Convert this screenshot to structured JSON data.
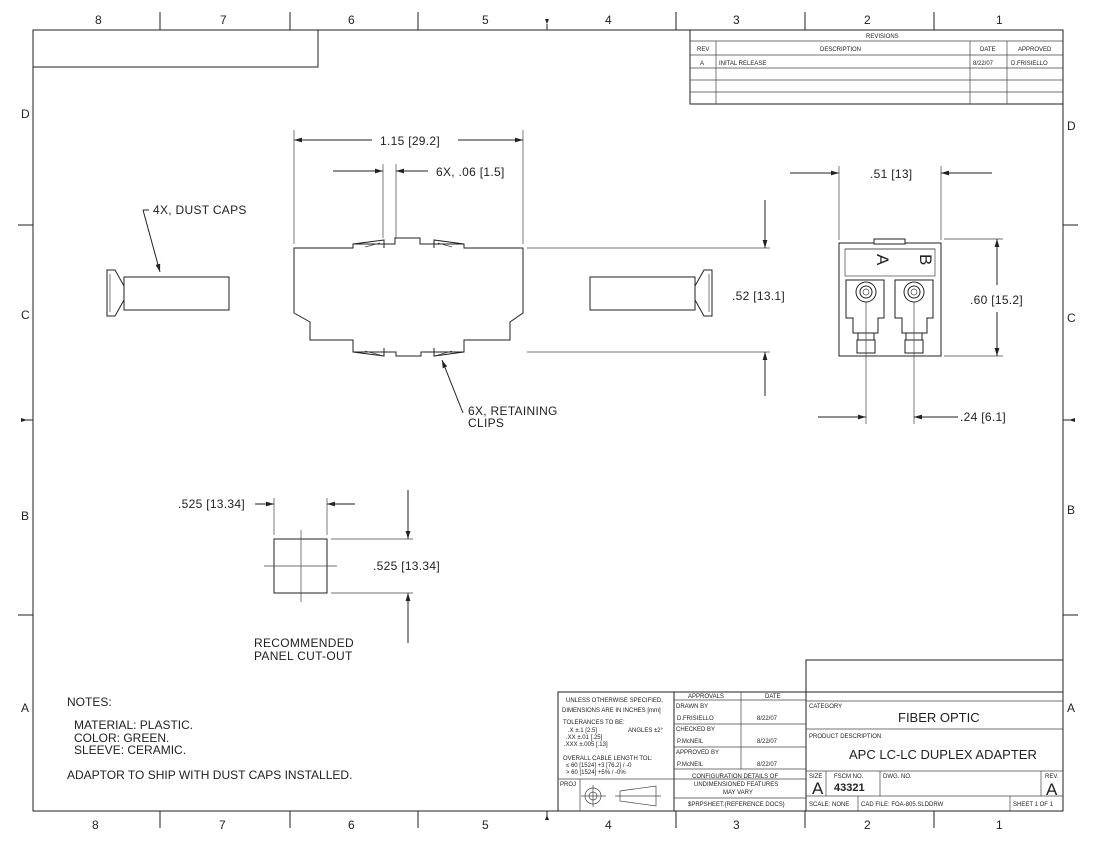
{
  "zones": {
    "columns": [
      "8",
      "7",
      "6",
      "5",
      "4",
      "3",
      "2",
      "1"
    ],
    "rows": [
      "D",
      "C",
      "B",
      "A"
    ]
  },
  "revisions": {
    "title": "REVISIONS",
    "headers": {
      "rev": "REV",
      "description": "DESCRIPTION",
      "date": "DATE",
      "approved": "APPROVED"
    },
    "rows": [
      {
        "rev": "A",
        "description": "INITAL RELEASE",
        "date": "8/22/07",
        "approved": "D.FRISIELLO"
      }
    ]
  },
  "dimensions": {
    "overall_length": "1.15 [29.2]",
    "clip_width": "6X, .06 [1.5]",
    "body_height": ".52 [13.1]",
    "end_width": ".51 [13]",
    "end_height": ".60 [15.2]",
    "pitch": ".24 [6.1]",
    "cutout_width": ".525 [13.34]",
    "cutout_height": ".525 [13.34]"
  },
  "labels": {
    "dust_caps": "4X, DUST CAPS",
    "clips_line1": "6X, RETAINING",
    "clips_line2": "CLIPS",
    "cutout_line1": "RECOMMENDED",
    "cutout_line2": "PANEL CUT-OUT",
    "port_a": "A",
    "port_b": "B"
  },
  "notes": {
    "title": "NOTES:",
    "material": "MATERIAL: PLASTIC.",
    "color": "COLOR: GREEN.",
    "sleeve": "SLEEVE: CERAMIC.",
    "ship": "ADAPTOR TO SHIP WITH DUST CAPS INSTALLED."
  },
  "title_block": {
    "unless_1": "UNLESS OTHERWISE SPECIFIED,",
    "unless_2": "DIMENSIONS ARE IN INCHES [mm]",
    "tol_title": "TOLERANCES TO BE:",
    "tol_x": ".X ±.1  [2.5]",
    "tol_angle": "ANGLES ±2°",
    "tol_xx": ".XX ±.01  [.25]",
    "tol_xxx": ".XXX ±.005  [.13]",
    "cable_title": "OVERALL CABLE LENGTH TOL:",
    "cable_1": "≤ 60 [1524]  +3 [76.2] / -0",
    "cable_2": "> 60 [1524]  +5% / -0%",
    "proj": "PROJ",
    "approvals": "APPROVALS",
    "date": "DATE",
    "drawn_by": "DRAWN BY",
    "drawn_name": "D.FRISIELLO",
    "drawn_date": "8/22/07",
    "checked_by": "CHECKED BY",
    "checked_name": "P.McNEIL",
    "checked_date": "8/22/07",
    "approved_by": "APPROVED BY",
    "approved_name": "P.McNEIL",
    "approved_date": "8/22/07",
    "config_1": "CONFIGURATION DETAILS OF",
    "config_2": "UNDIMENSIONED FEATURES",
    "config_3": "MAY VARY",
    "prp": "$PRPSHEET:{REFERENCE DOCS}",
    "category_label": "CATEGORY",
    "category": "FIBER OPTIC",
    "product_label": "PRODUCT DESCRIPTION",
    "product": "APC LC-LC DUPLEX ADAPTER",
    "size_label": "SIZE",
    "size": "A",
    "fscm_label": "FSCM NO.",
    "fscm": "43321",
    "dwg_label": "DWG. NO.",
    "dwg": "",
    "rev_label": "REV.",
    "rev": "A",
    "scale": "SCALE: NONE",
    "cad_file": "CAD FILE:   FOA-805.SLDDRW",
    "sheet": "SHEET  1  OF  1"
  }
}
